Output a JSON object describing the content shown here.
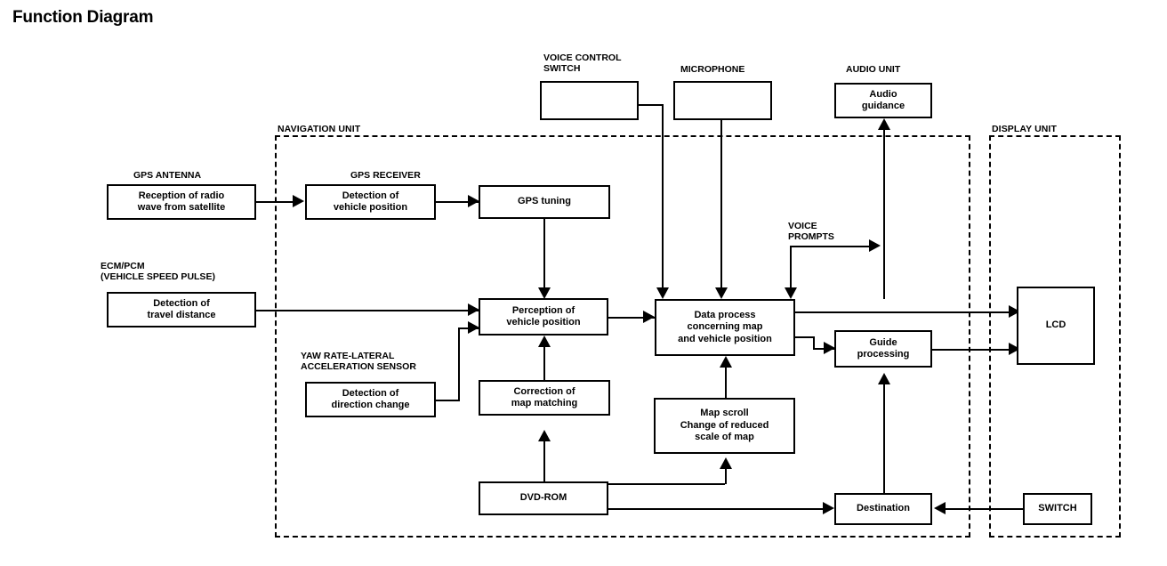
{
  "title": "Function Diagram",
  "groups": [
    {
      "id": "navigation-unit",
      "label": "NAVIGATION UNIT"
    },
    {
      "id": "display-unit",
      "label": "DISPLAY UNIT"
    }
  ],
  "captions": [
    {
      "id": "voice-control-switch",
      "label": "VOICE CONTROL\nSWITCH"
    },
    {
      "id": "microphone",
      "label": "MICROPHONE"
    },
    {
      "id": "audio-unit",
      "label": "AUDIO UNIT"
    },
    {
      "id": "gps-antenna",
      "label": "GPS ANTENNA"
    },
    {
      "id": "gps-receiver",
      "label": "GPS RECEIVER"
    },
    {
      "id": "ecm-pcm",
      "label": "ECM/PCM\n(VEHICLE SPEED PULSE)"
    },
    {
      "id": "yaw-rate-sensor",
      "label": "YAW RATE-LATERAL\nACCELERATION SENSOR"
    },
    {
      "id": "voice-prompts",
      "label": "VOICE\nPROMPTS"
    }
  ],
  "boxes": {
    "voice_control_switch": "",
    "microphone": "",
    "audio_guidance": "Audio\nguidance",
    "reception_radio_wave": "Reception of radio\nwave from satellite",
    "detection_vehicle_position": "Detection of\nvehicle position",
    "gps_tuning": "GPS tuning",
    "detection_travel_distance": "Detection of\ntravel distance",
    "perception_vehicle_position": "Perception of\nvehicle position",
    "data_process": "Data process\nconcerning map\nand vehicle position",
    "guide_processing": "Guide\nprocessing",
    "lcd": "LCD",
    "detection_direction_change": "Detection of\ndirection change",
    "correction_map_matching": "Correction of\nmap matching",
    "map_scroll": "Map scroll\nChange of reduced\nscale of map",
    "dvd_rom": "DVD-ROM",
    "destination": "Destination",
    "switch": "SWITCH"
  },
  "colors": {
    "line": "#000000",
    "background": "#ffffff"
  }
}
